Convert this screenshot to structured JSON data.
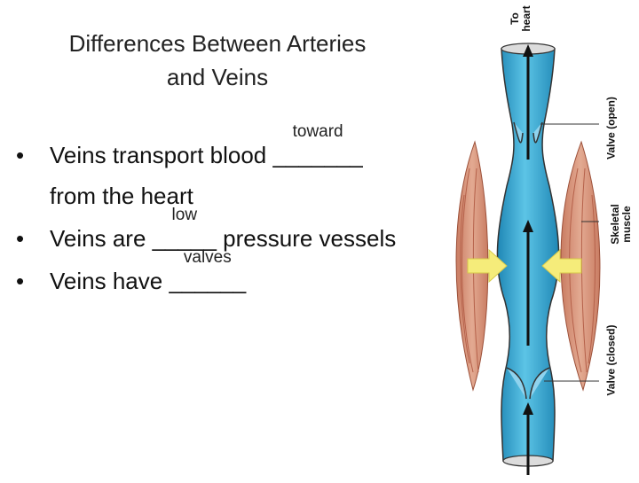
{
  "title": {
    "line1": "Differences Between Arteries",
    "line2": "and Veins"
  },
  "bullets": [
    {
      "marker": "•",
      "before": "Veins transport blood ",
      "blank": "_______",
      "answer": "toward",
      "after": ""
    },
    {
      "marker": "",
      "before": "from the heart",
      "blank": "",
      "answer": "",
      "after": ""
    },
    {
      "marker": "•",
      "before": "Veins are ",
      "blank": "_____",
      "answer": "low",
      "after": " pressure vessels"
    },
    {
      "marker": "•",
      "before": "Veins have ",
      "blank": "______",
      "answer": "valves",
      "after": ""
    }
  ],
  "figure": {
    "labels": {
      "to_heart_1": "To",
      "to_heart_2": "heart",
      "valve_open": "Valve (open)",
      "skeletal_muscle_1": "Skeletal",
      "skeletal_muscle_2": "muscle",
      "valve_closed": "Valve (closed)"
    },
    "colors": {
      "vein": "#4fb3d9",
      "vein_dark": "#1f87b5",
      "muscle": "#d9967e",
      "muscle_fiber": "#b5614a",
      "pressure_arrow": "#f5ec7a"
    }
  }
}
